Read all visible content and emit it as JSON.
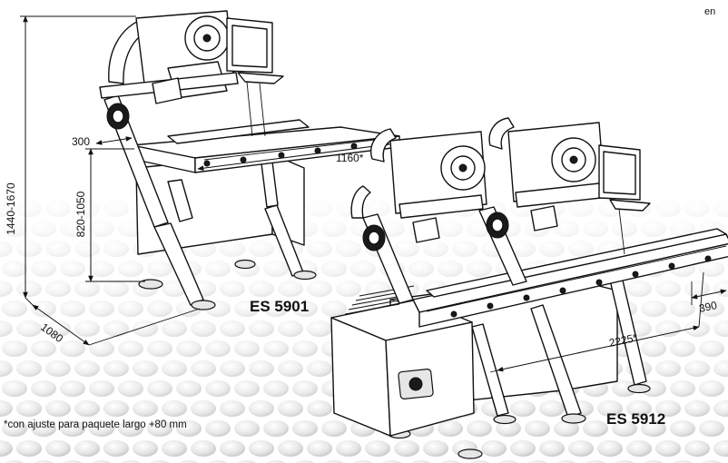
{
  "corner_text": "en",
  "machines": [
    {
      "model": "ES 5901"
    },
    {
      "model": "ES 5912"
    }
  ],
  "dimensions": {
    "total_height": "1440-1670",
    "table_height": "820-1050",
    "width_small": "300",
    "conveyor_length_small": "1160*",
    "depth": "1080",
    "conveyor_length_large": "2225*",
    "extension": "390"
  },
  "footnote": "*con ajuste para paquete largo +80 mm"
}
